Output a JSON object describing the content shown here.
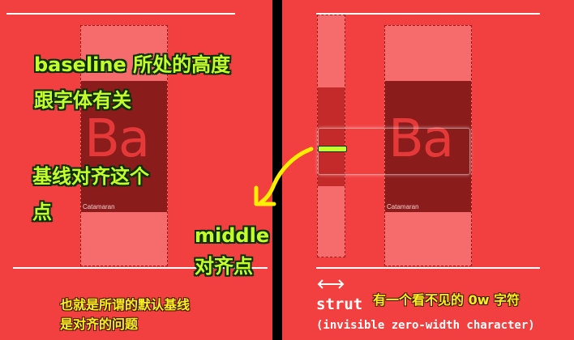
{
  "left": {
    "sample_text": "Ba",
    "font_label": "Catamaran",
    "anno1_line1": "baseline 所处的高度",
    "anno1_line2": "跟字体有关",
    "anno2_line1": "基线对齐这个",
    "anno2_line2": "点",
    "middle_line1": "middle",
    "middle_line2": "对齐点",
    "bottom_line1": "也就是所谓的默认基线",
    "bottom_line2": "是对齐的问题"
  },
  "right": {
    "sample_text": "Ba",
    "font_label": "Catamaran",
    "strut_word": "strut",
    "strut_note": "有一个看不见的 0w 字符",
    "strut_desc": "(invisible zero-width character)"
  },
  "colors": {
    "background": "#f23f3f",
    "annotation_green": "#c5ff2a",
    "annotation_yellow": "#ffef1f",
    "arrow_yellow": "#ffee00"
  }
}
